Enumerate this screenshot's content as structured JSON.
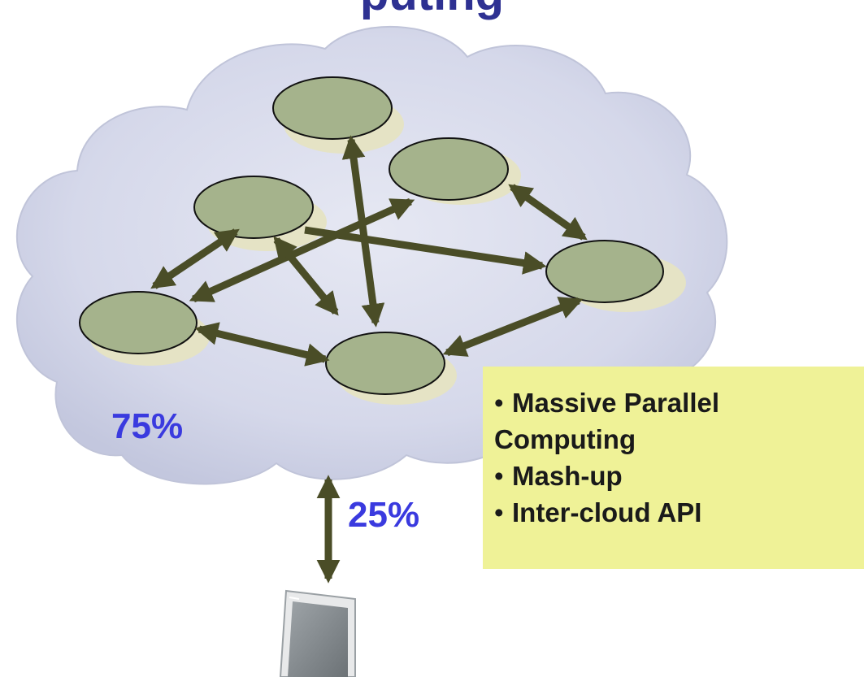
{
  "title_fragment": "puting",
  "cloud_label": "75%",
  "link_label": "25%",
  "features": [
    "Massive Parallel",
    "Computing",
    "Mash-up",
    "Inter-cloud API"
  ],
  "bullet_glyph": "•",
  "colors": {
    "cloud_fill": "#d5d8ea",
    "node_fill": "#a5b38c",
    "node_shadow": "#e5e3c5",
    "arrow": "#4a4d27",
    "label_blue": "#3a3adf",
    "info_box": "#eff297",
    "title": "#2e3192"
  },
  "icons": {
    "client": "laptop-icon"
  }
}
